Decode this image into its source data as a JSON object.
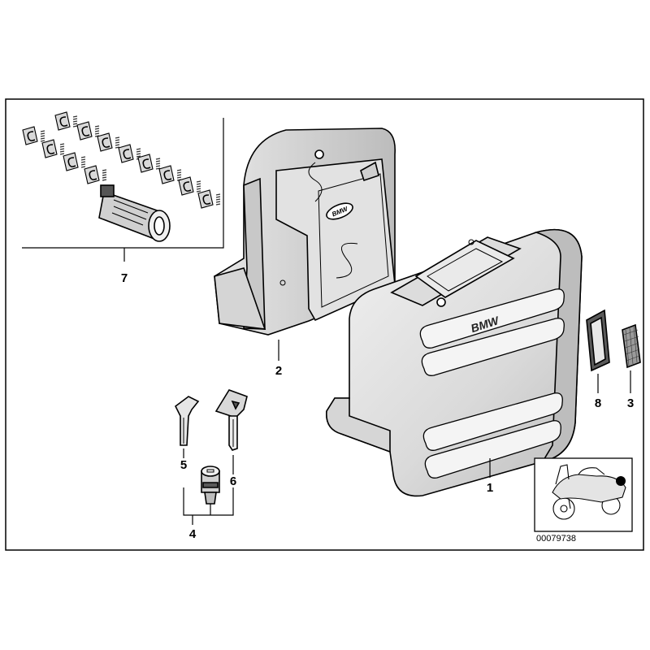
{
  "callouts": {
    "1": "1",
    "2": "2",
    "3": "3",
    "4": "4",
    "5": "5",
    "6": "6",
    "7": "7",
    "8": "8"
  },
  "brand_marks": {
    "case": "BMW",
    "inner_case": "BMW"
  },
  "reference_number": "00079738",
  "colors": {
    "line": "#000000",
    "fill_light": "#ececec",
    "fill_mid": "#cfcfcf",
    "fill_dark": "#5a5a5a",
    "location_marker": "#000000"
  }
}
